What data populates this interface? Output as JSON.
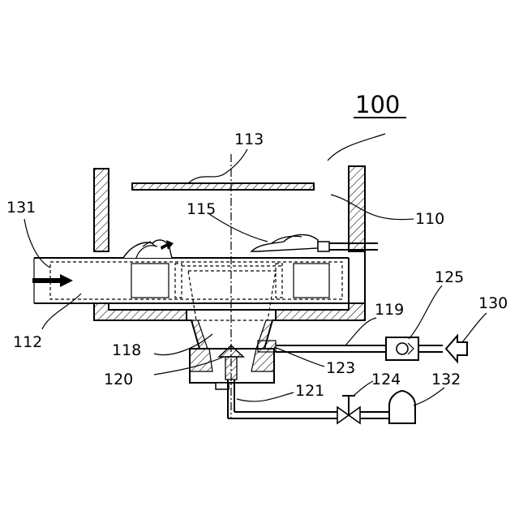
{
  "figure": {
    "title": "100",
    "labels": {
      "l113": "113",
      "l110": "110",
      "l115": "115",
      "l131": "131",
      "l112": "112",
      "l118": "118",
      "l120": "120",
      "l119": "119",
      "l123": "123",
      "l121": "121",
      "l124": "124",
      "l125": "125",
      "l130": "130",
      "l132": "132"
    }
  }
}
